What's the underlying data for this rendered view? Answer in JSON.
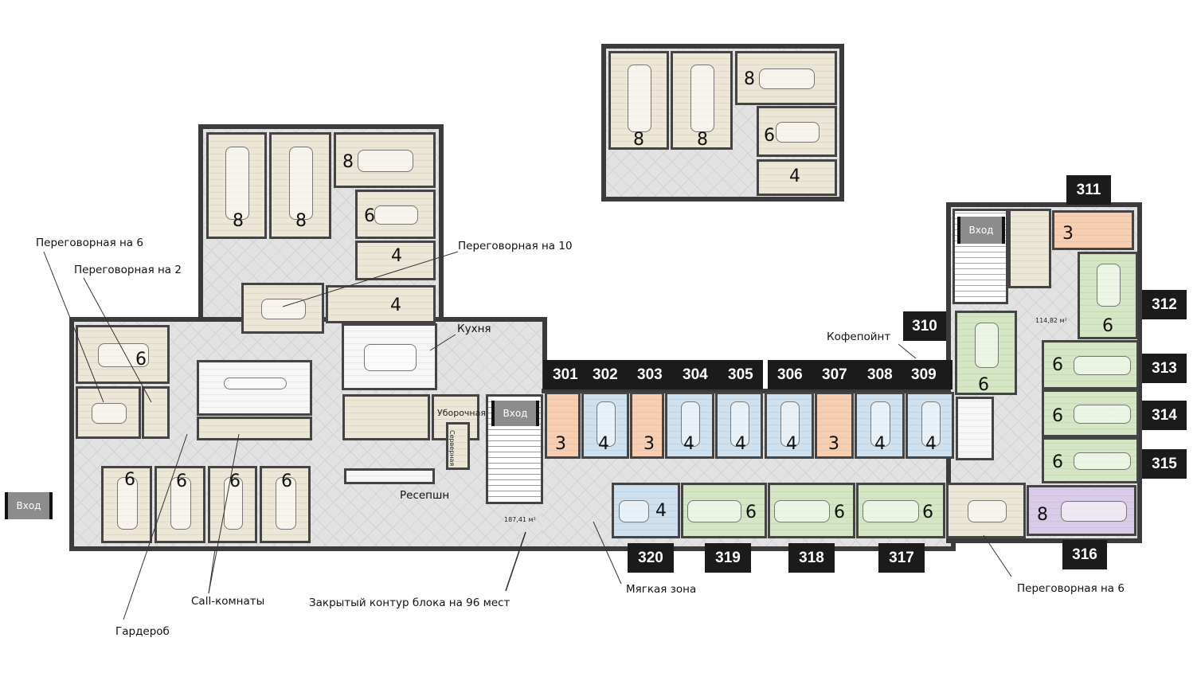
{
  "annotations": {
    "meeting6_left": "Переговорная на 6",
    "meeting2": "Переговорная на 2",
    "meeting10": "Переговорная на 10",
    "kitchen": "Кухня",
    "coffee_point": "Кофепойнт",
    "reception": "Ресепшн",
    "soft_zone": "Мягкая зона",
    "meeting6_right": "Переговорная на 6",
    "call_rooms": "Call-комнаты",
    "closed_block": "Закрытый контур блока на 96 мест",
    "wardrobe": "Гардероб",
    "cleaning": "Уборочная",
    "storage": "Серверная"
  },
  "entrances": {
    "left": "Вход",
    "center": "Вход",
    "right": "Вход"
  },
  "rooms": {
    "301": {
      "label": "301",
      "capacity": "3"
    },
    "302": {
      "label": "302",
      "capacity": "4"
    },
    "303": {
      "label": "303",
      "capacity": "3"
    },
    "304": {
      "label": "304",
      "capacity": "4"
    },
    "305": {
      "label": "305",
      "capacity": "4"
    },
    "306": {
      "label": "306",
      "capacity": "4"
    },
    "307": {
      "label": "307",
      "capacity": "3"
    },
    "308": {
      "label": "308",
      "capacity": "4"
    },
    "309": {
      "label": "309",
      "capacity": "4"
    },
    "310": {
      "label": "310",
      "capacity": "6"
    },
    "311": {
      "label": "311",
      "capacity": "3"
    },
    "312": {
      "label": "312",
      "capacity": "6"
    },
    "313": {
      "label": "313",
      "capacity": "6"
    },
    "314": {
      "label": "314",
      "capacity": "6"
    },
    "315": {
      "label": "315",
      "capacity": "6"
    },
    "316": {
      "label": "316",
      "capacity": "8"
    },
    "317": {
      "label": "317",
      "capacity": "6"
    },
    "318": {
      "label": "318",
      "capacity": "6"
    },
    "319": {
      "label": "319",
      "capacity": "6"
    },
    "320": {
      "label": "320",
      "capacity": "4"
    }
  },
  "other_rooms": {
    "inset": [
      "8",
      "8",
      "8",
      "6",
      "4"
    ],
    "upper_left": [
      "8",
      "8",
      "8",
      "6",
      "4",
      "4"
    ],
    "left_wing": [
      "6",
      "6",
      "6",
      "6",
      "6"
    ]
  },
  "areas": {
    "corridor_right": "114,82 м²",
    "hall": "187,41 м²"
  }
}
